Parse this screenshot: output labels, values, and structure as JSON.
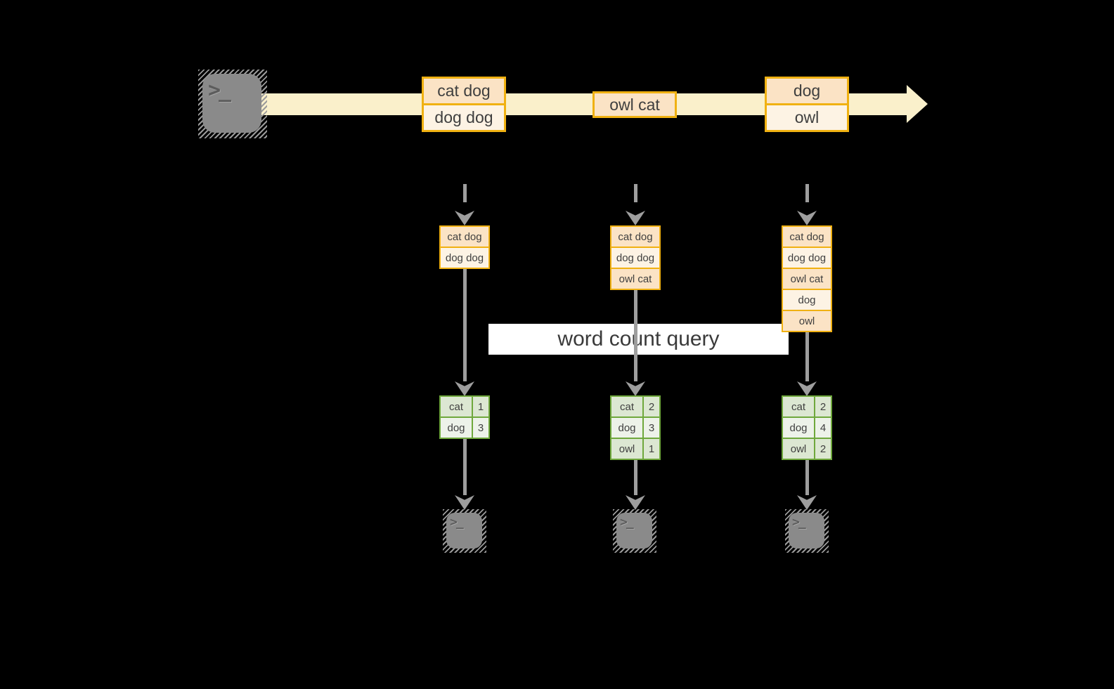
{
  "query_label": "word count query",
  "stream": {
    "messages": [
      {
        "lines": [
          "cat dog",
          "dog dog"
        ]
      },
      {
        "lines": [
          "owl cat"
        ]
      },
      {
        "lines": [
          "dog",
          "owl"
        ]
      }
    ]
  },
  "columns": [
    {
      "state": [
        "cat dog",
        "dog dog"
      ],
      "counts": [
        [
          "cat",
          "1"
        ],
        [
          "dog",
          "3"
        ]
      ]
    },
    {
      "state": [
        "cat dog",
        "dog dog",
        "owl cat"
      ],
      "counts": [
        [
          "cat",
          "2"
        ],
        [
          "dog",
          "3"
        ],
        [
          "owl",
          "1"
        ]
      ]
    },
    {
      "state": [
        "cat dog",
        "dog dog",
        "owl cat",
        "dog",
        "owl"
      ],
      "counts": [
        [
          "cat",
          "2"
        ],
        [
          "dog",
          "4"
        ],
        [
          "owl",
          "2"
        ]
      ]
    }
  ],
  "terminals": {
    "prompt_glyph": ">_"
  },
  "colors": {
    "accent_orange": "#F0B112",
    "fill_peach_dark": "#FBE3C5",
    "fill_peach_light": "#FDF3E4",
    "accent_green": "#6FA83C",
    "fill_green_dark": "#DCE7D2",
    "fill_green_light": "#EDF2E9",
    "stream_band": "#FAF0CB",
    "arrow_gray": "#9E9E9E",
    "terminal_gray": "#8A8A8A",
    "query_band_bg": "#FFFFFF"
  }
}
